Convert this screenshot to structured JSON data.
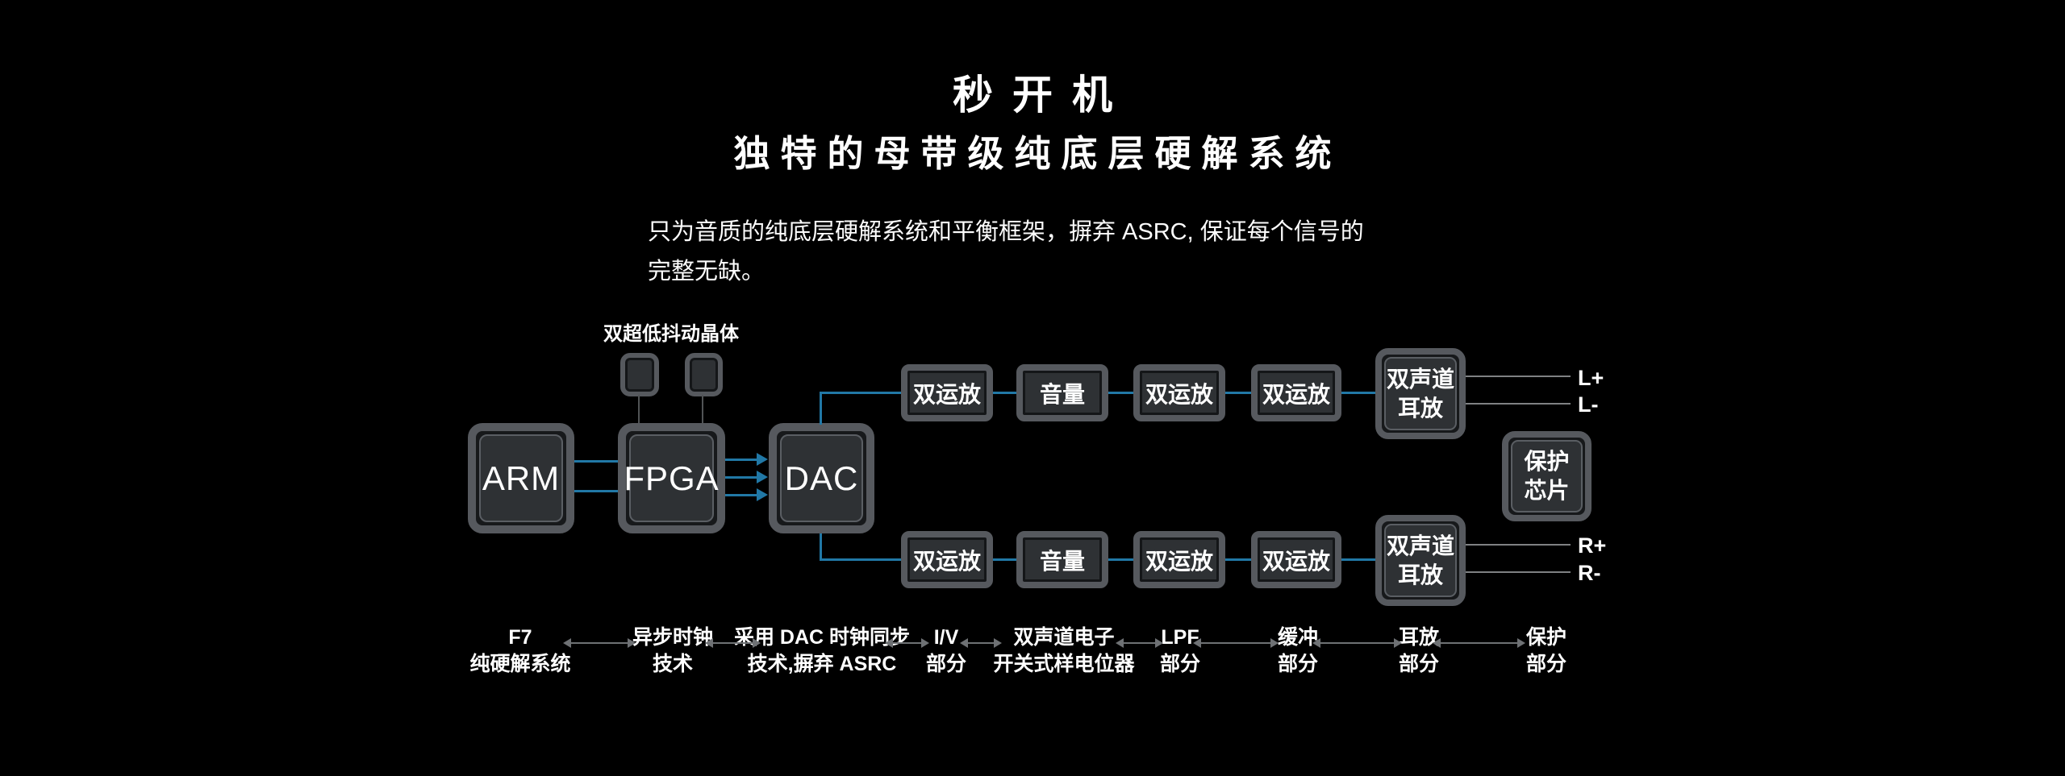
{
  "header": {
    "title": "秒开机",
    "subtitle": "独特的母带级纯底层硬解系统",
    "description": "只为音质的纯底层硬解系统和平衡框架，摒弃 ASRC, 保证每个信号的\n完整无缺。"
  },
  "diagram": {
    "crystal_label": "双超低抖动晶体",
    "arm": "ARM",
    "fpga": "FPGA",
    "dac": "DAC",
    "top_row": {
      "box1": "双运放",
      "box2": "音量",
      "box3": "双运放",
      "box4": "双运放",
      "amp_line1": "双声道",
      "amp_line2": "耳放",
      "out_pos": "L+",
      "out_neg": "L-"
    },
    "bottom_row": {
      "box1": "双运放",
      "box2": "音量",
      "box3": "双运放",
      "box4": "双运放",
      "amp_line1": "双声道",
      "amp_line2": "耳放",
      "out_pos": "R+",
      "out_neg": "R-"
    },
    "protection": {
      "line1": "保护",
      "line2": "芯片"
    }
  },
  "sections": [
    {
      "line1": "F7",
      "line2": "纯硬解系统"
    },
    {
      "line1": "异步时钟",
      "line2": "技术"
    },
    {
      "line1": "采用 DAC 时钟同步",
      "line2": "技术,摒弃 ASRC"
    },
    {
      "line1": "I/V",
      "line2": "部分"
    },
    {
      "line1": "双声道电子",
      "line2": "开关式样电位器"
    },
    {
      "line1": "LPF",
      "line2": "部分"
    },
    {
      "line1": "缓冲",
      "line2": "部分"
    },
    {
      "line1": "耳放",
      "line2": "部分"
    },
    {
      "line1": "保护",
      "line2": "部分"
    }
  ],
  "colors": {
    "background": "#000000",
    "accent_blue": "#2178a6",
    "frame_gray": "#56595e",
    "chip_fill": "#2e3134",
    "signal_line_gray": "#7f8183",
    "section_arrow_gray": "#6e7174"
  }
}
